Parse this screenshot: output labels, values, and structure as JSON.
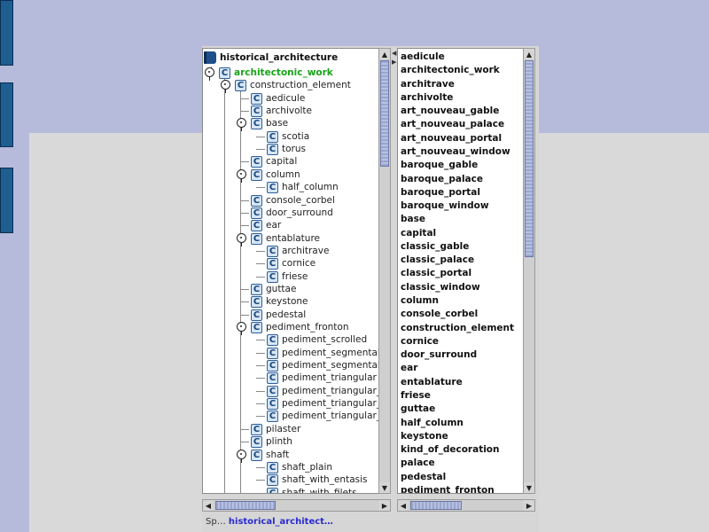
{
  "tree": {
    "root": "historical_architecture",
    "nodes": [
      {
        "label": "architectonic_work",
        "highlight": true
      },
      {
        "label": "construction_element"
      },
      {
        "label": "aedicule"
      },
      {
        "label": "archivolte"
      },
      {
        "label": "base"
      },
      {
        "label": "scotia"
      },
      {
        "label": "torus"
      },
      {
        "label": "capital"
      },
      {
        "label": "column"
      },
      {
        "label": "half_column"
      },
      {
        "label": "console_corbel"
      },
      {
        "label": "door_surround"
      },
      {
        "label": "ear"
      },
      {
        "label": "entablature"
      },
      {
        "label": "architrave"
      },
      {
        "label": "cornice"
      },
      {
        "label": "friese"
      },
      {
        "label": "guttae"
      },
      {
        "label": "keystone"
      },
      {
        "label": "pedestal"
      },
      {
        "label": "pediment_fronton"
      },
      {
        "label": "pediment_scrolled"
      },
      {
        "label": "pediment_segmental"
      },
      {
        "label": "pediment_segmental"
      },
      {
        "label": "pediment_triangular"
      },
      {
        "label": "pediment_triangular_"
      },
      {
        "label": "pediment_triangular_"
      },
      {
        "label": "pediment_triangular_"
      },
      {
        "label": "pilaster"
      },
      {
        "label": "plinth"
      },
      {
        "label": "shaft"
      },
      {
        "label": "shaft_plain"
      },
      {
        "label": "shaft_with_entasis"
      },
      {
        "label": "shaft_with_filets"
      }
    ]
  },
  "list": {
    "items": [
      "aedicule",
      "architectonic_work",
      "architrave",
      "archivolte",
      "art_nouveau_gable",
      "art_nouveau_palace",
      "art_nouveau_portal",
      "art_nouveau_window",
      "baroque_gable",
      "baroque_palace",
      "baroque_portal",
      "baroque_window",
      "base",
      "capital",
      "classic_gable",
      "classic_palace",
      "classic_portal",
      "classic_window",
      "column",
      "console_corbel",
      "construction_element",
      "cornice",
      "door_surround",
      "ear",
      "entablature",
      "friese",
      "guttae",
      "half_column",
      "keystone",
      "kind_of_decoration",
      "palace",
      "pedestal",
      "pediment_fronton"
    ]
  },
  "status": {
    "prefix": "Sp…",
    "link": "historical_architect…"
  },
  "colors": {
    "highlight": "#19a319",
    "background": "#b7bbdb",
    "panel": "#d9d9d9",
    "scroll_thumb": "#9aa6cf"
  },
  "icons": {
    "root": "book-icon",
    "node": "class-c-icon",
    "expander": "expand-toggle-icon"
  }
}
